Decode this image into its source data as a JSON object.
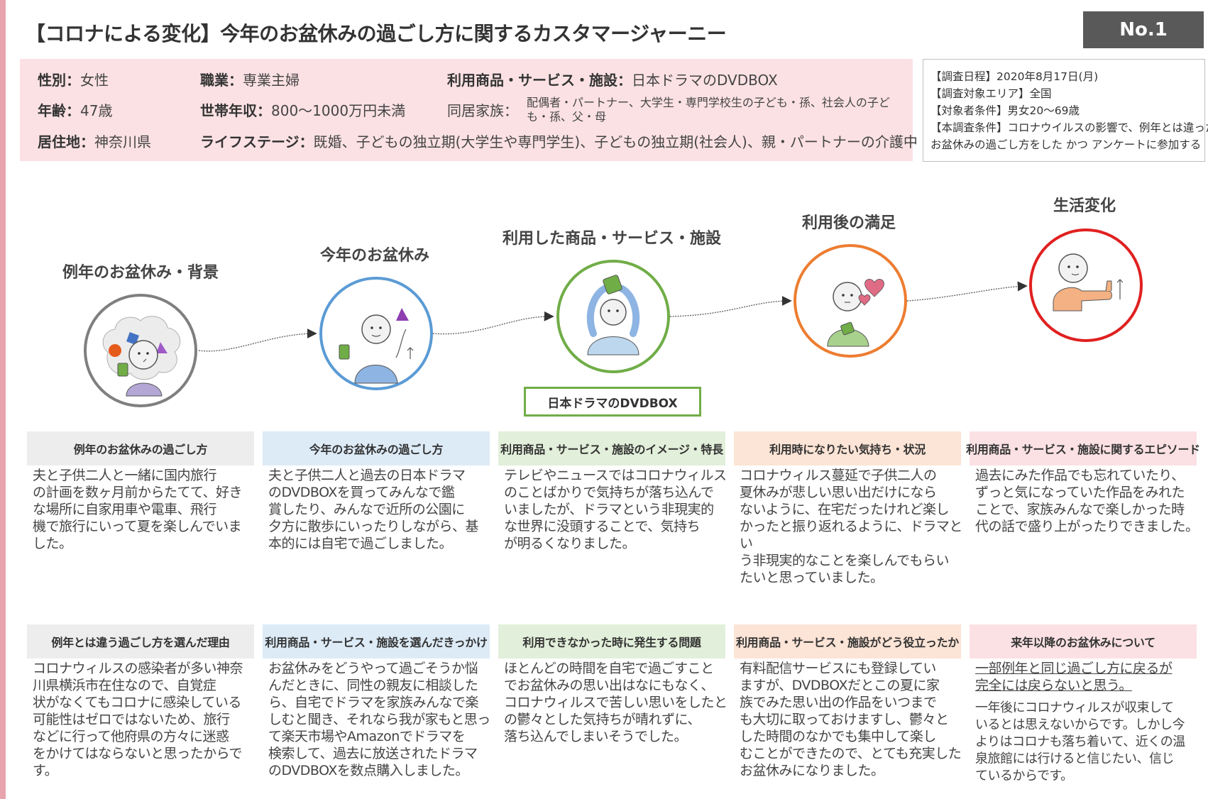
{
  "header": {
    "title": "【コロナによる変化】今年のお盆休みの過ごし方に関するカスタマージャーニー",
    "badge": "No.1"
  },
  "profile": {
    "gender_label": "性別：",
    "gender": "女性",
    "age_label": "年齢：",
    "age": "47歳",
    "residence_label": "居住地：",
    "residence": "神奈川県",
    "job_label": "職業：",
    "job": "専業主婦",
    "income_label": "世帯年収：",
    "income": "800～1000万円未満",
    "product_label": "利用商品・サービス・施設：",
    "product": "日本ドラマのDVDBOX",
    "family_label": "同居家族：",
    "family": "配偶者・パートナー、大学生・専門学校生の子ども・孫、社会人の子ども・孫、父・母",
    "lifestage_label": "ライフステージ：",
    "lifestage": "既婚、子どもの独立期(大学生や専門学生)、子どもの独立期(社会人)、親・パートナーの介護中"
  },
  "survey": {
    "line1": "【調査日程】2020年8月17日(月)",
    "line2": "【調査対象エリア】全国",
    "line3": "【対象者条件】男女20～69歳",
    "line4": "【本調査条件】コロナウイルスの影響で、例年とは違った",
    "line5": "お盆休みの過ごし方をした かつ アンケートに参加する"
  },
  "stages": [
    {
      "label": "例年のお盆休み・背景",
      "icon": "thought-cloud-person-icon",
      "color": "#7f7f7f"
    },
    {
      "label": "今年のお盆休み",
      "icon": "person-with-items-icon",
      "color": "#5b9bd5"
    },
    {
      "label": "利用した商品・サービス・施設",
      "icon": "person-holding-item-icon",
      "color": "#70ad47"
    },
    {
      "label": "利用後の満足",
      "icon": "person-with-hearts-icon",
      "color": "#ed7d31"
    },
    {
      "label": "生活変化",
      "icon": "person-thumbs-up-icon",
      "color": "#e02020"
    }
  ],
  "product_box": "日本ドラマのDVDBOX",
  "row1": [
    {
      "head": "例年のお盆休みの過ごし方",
      "head_bg": "#ededed",
      "lines": [
        "夫と子供二人と一緒に国内旅行",
        "の計画を数ヶ月前からたてて、好き",
        "な場所に自家用車や電車、飛行",
        "機で旅行にいって夏を楽しんでいま",
        "した。"
      ]
    },
    {
      "head": "今年のお盆休みの過ごし方",
      "head_bg": "#ddebf7",
      "lines": [
        "夫と子供二人と過去の日本ドラマ",
        "のDVDBOXを買ってみんなで鑑",
        "賞したり、みんなで近所の公園に",
        "夕方に散歩にいったりしながら、基",
        "本的には自宅で過ごしました。"
      ]
    },
    {
      "head": "利用商品・サービス・施設のイメージ・特長",
      "head_bg": "#e2efda",
      "lines": [
        "テレビやニュースではコロナウィルス",
        "のことばかりで気持ちが落ち込んで",
        "いましたが、ドラマという非現実的",
        "な世界に没頭することで、気持ち",
        "が明るくなりました。"
      ]
    },
    {
      "head": "利用時になりたい気持ち・状況",
      "head_bg": "#fce4d6",
      "lines": [
        "コロナウィルス蔓延で子供二人の",
        "夏休みが悲しい思い出だけになら",
        "ないように、在宅だったけれど楽し",
        "かったと振り返れるように、ドラマとい",
        "う非現実的なことを楽しんでもらい",
        "たいと思っていました。"
      ]
    },
    {
      "head": "利用商品・サービス・施設に関するエピソード",
      "head_bg": "#fbe1e4",
      "lines": [
        "過去にみた作品でも忘れていたり、",
        "ずっと気になっていた作品をみれた",
        "ことで、家族みんなで楽しかった時",
        "代の話で盛り上がったりできました。"
      ]
    }
  ],
  "row2": [
    {
      "head": "例年とは違う過ごし方を選んだ理由",
      "head_bg": "#ededed",
      "lines": [
        "コロナウィルスの感染者が多い神奈",
        "川県横浜市在住なので、自覚症",
        "状がなくてもコロナに感染している",
        "可能性はゼロではないため、旅行",
        "などに行って他府県の方々に迷惑",
        "をかけてはならないと思ったからです。"
      ]
    },
    {
      "head": "利用商品・サービス・施設を選んだきっかけ",
      "head_bg": "#ddebf7",
      "lines": [
        "お盆休みをどうやって過ごそうか悩",
        "んだときに、同性の親友に相談した",
        "ら、自宅でドラマを家族みんなで楽",
        "しむと聞き、それなら我が家もと思っ",
        "て楽天市場やAmazonでドラマを",
        "検索して、過去に放送されたドラマ",
        "のDVDBOXを数点購入しました。"
      ]
    },
    {
      "head": "利用できなかった時に発生する問題",
      "head_bg": "#e2efda",
      "lines": [
        "ほとんどの時間を自宅で過ごすこと",
        "でお盆休みの思い出はなにもなく、",
        "コロナウィルスで苦しい思いをしたと",
        "の鬱々とした気持ちが晴れずに、",
        "落ち込んでしまいそうでした。"
      ]
    },
    {
      "head": "利用商品・サービス・施設がどう役立ったか",
      "head_bg": "#fce4d6",
      "lines": [
        "有料配信サービスにも登録してい",
        "ますが、DVDBOXだとこの夏に家",
        "族でみた思い出の作品をいつまで",
        "も大切に取っておけますし、鬱々と",
        "した時間のなかでも集中して楽し",
        "むことができたので、とても充実した",
        "お盆休みになりました。"
      ]
    },
    {
      "head": "来年以降のお盆休みについて",
      "head_bg": "#fbe1e4",
      "summary": [
        "一部例年と同じ過ごし方に戻るが",
        "完全には戻らないと思う。"
      ],
      "lines": [
        "一年後にコロナウィルスが収束して",
        "いるとは思えないからです。しかし今",
        "よりはコロナも落ち着いて、近くの温",
        "泉旅館には行けると信じたい、信じ",
        "ているからです。"
      ]
    }
  ]
}
